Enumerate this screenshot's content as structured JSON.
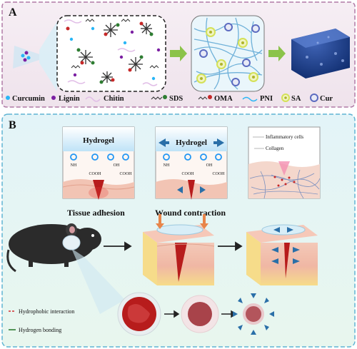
{
  "panel_a": {
    "letter": "A",
    "legend": [
      {
        "label": "Curcumin",
        "symbol": "dot",
        "color": "#29b6f6"
      },
      {
        "label": "Lignin",
        "symbol": "dot",
        "color": "#7b1fa2"
      },
      {
        "label": "Chitin",
        "symbol": "curve",
        "color": "#e1bee7"
      },
      {
        "label": "SDS",
        "symbol": "chain-head",
        "color": "#2e7d32"
      },
      {
        "label": "OMA",
        "symbol": "chain-head",
        "color": "#c62828"
      },
      {
        "label": "PNI",
        "symbol": "wave",
        "color": "#29b6f6"
      },
      {
        "label": "SA",
        "symbol": "ring",
        "color": "#d4e157"
      },
      {
        "label": "Cur",
        "symbol": "ring",
        "color": "#5c6bc0"
      }
    ]
  },
  "panel_b": {
    "letter": "B",
    "box1_title": "Hydrogel",
    "box2_title": "Hydrogel",
    "box3_labels": [
      "Inflammatory cells",
      "Collagen"
    ],
    "chem_oh": "OH",
    "chem_cooh": "COOH",
    "chem_nh2": "NH",
    "caption1": "Tissue adhesion",
    "caption2": "Wound contraction",
    "key": [
      {
        "label": "Hydrophobic interaction",
        "color": "#d32f2f",
        "style": "dashed"
      },
      {
        "label": "Hydrogen bonding",
        "color": "#2e7d32",
        "style": "solid"
      }
    ]
  }
}
